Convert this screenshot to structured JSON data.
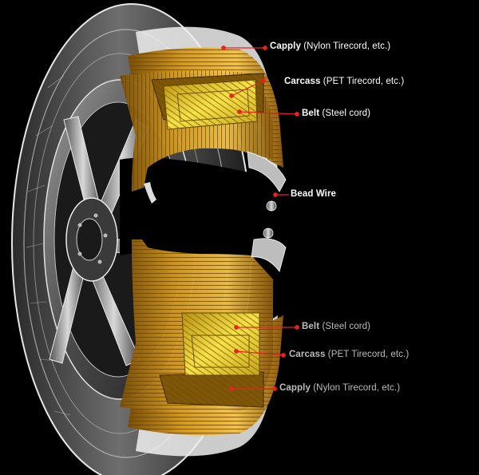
{
  "colors": {
    "background": "#000000",
    "leader": "#e8231c",
    "ply": "#c8901a",
    "belt": "#e6c21c",
    "tire_outline": "#d8d8d8"
  },
  "labels": {
    "top_capply": {
      "name": "Capply",
      "detail": "(Nylon Tirecord, etc.)"
    },
    "top_carcass": {
      "name": "Carcass",
      "detail": "(PET Tirecord, etc.)"
    },
    "top_belt": {
      "name": "Belt",
      "detail": "(Steel cord)"
    },
    "bead_wire": {
      "name": "Bead Wire"
    },
    "bottom_belt": {
      "name": "Belt",
      "detail": "(Steel cord)"
    },
    "bottom_carcass": {
      "name": "Carcass",
      "detail": "(PET Tirecord, etc.)"
    },
    "bottom_capply": {
      "name": "Capply",
      "detail": "(Nylon Tirecord, etc.)"
    }
  }
}
